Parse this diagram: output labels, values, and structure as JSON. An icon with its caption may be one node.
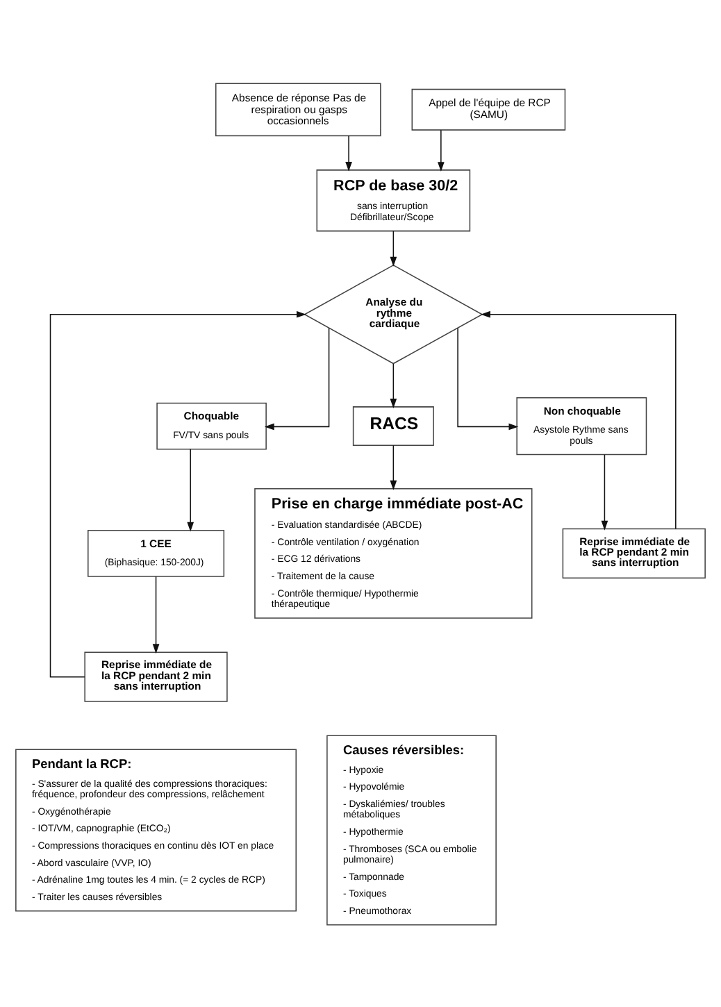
{
  "diagram": {
    "nodes": [
      {
        "text": [
          "Absence de réponse Pas de respiration ou gasps occasionnels"
        ]
      },
      {
        "text": [
          "Appel de l'équipe de RCP (SAMU)"
        ]
      },
      {
        "text": [
          "RCP de base 30/2",
          "sans interruption Défibrillateur/Scope"
        ]
      },
      {
        "text": [
          "Analyse du rythme cardiaque"
        ]
      },
      {
        "text": [
          "Choquable",
          "FV/TV sans pouls"
        ]
      },
      {
        "text": [
          "RACS"
        ]
      },
      {
        "text": [
          "Non choquable",
          "Asystole Rythme sans pouls"
        ]
      },
      {
        "text": [
          "1 CEE",
          "(Biphasique: 150-200J)"
        ]
      },
      {
        "text": [
          "Prise en charge immédiate post-AC",
          "- Evaluation standardisée (ABCDE)",
          "- Contrôle ventilation / oxygénation",
          "- ECG 12 dérivations",
          "- Traitement de la cause",
          "- Contrôle thermique/ Hypothermie thérapeutique"
        ]
      },
      {
        "text": [
          "Reprise immédiate de la RCP pendant 2 min sans interruption"
        ]
      },
      {
        "text": [
          "Reprise immédiate de la RCP pendant 2 min sans interruption"
        ]
      },
      {
        "text": [
          "Pendant la RCP:",
          "- S'assurer de la qualité des compressions thoraciques: fréquence, profondeur des compressions, relâchement",
          "- Oxygénothérapie",
          "- IOT/VM, capnographie (EtCO₂)",
          "- Compressions thoraciques en continu dès IOT en place",
          "- Abord vasculaire (VVP, IO)",
          "- Adrénaline 1mg toutes les 4 min. (= 2 cycles de RCP)",
          "- Traiter les causes réversibles"
        ]
      },
      {
        "text": [
          "Causes réversibles:",
          "- Hypoxie",
          "- Hypovolémie",
          "- Dyskaliémies/ troubles métaboliques",
          "- Hypothermie",
          "- Thromboses (SCA ou embolie pulmonaire)",
          "- Tamponnade",
          "- Toxiques",
          "- Pneumothorax"
        ]
      }
    ],
    "edges": [
      {
        "from": 0,
        "to": 2,
        "arrow": "to"
      },
      {
        "from": 1,
        "to": 2,
        "arrow": "to"
      },
      {
        "from": 2,
        "to": 3,
        "arrow": "to"
      },
      {
        "from": 3,
        "to": 4,
        "arrow": "to"
      },
      {
        "from": 3,
        "to": 5,
        "arrow": "to"
      },
      {
        "from": 3,
        "to": 6,
        "arrow": "to"
      },
      {
        "from": 4,
        "to": 7,
        "arrow": "to"
      },
      {
        "from": 7,
        "to": 9,
        "arrow": "to"
      },
      {
        "from": 5,
        "to": 8,
        "arrow": "to"
      },
      {
        "from": 6,
        "to": 10,
        "arrow": "to"
      },
      {
        "from": 9,
        "to": 3,
        "arrow": "to"
      },
      {
        "from": 10,
        "to": 3,
        "arrow": "to"
      }
    ]
  }
}
